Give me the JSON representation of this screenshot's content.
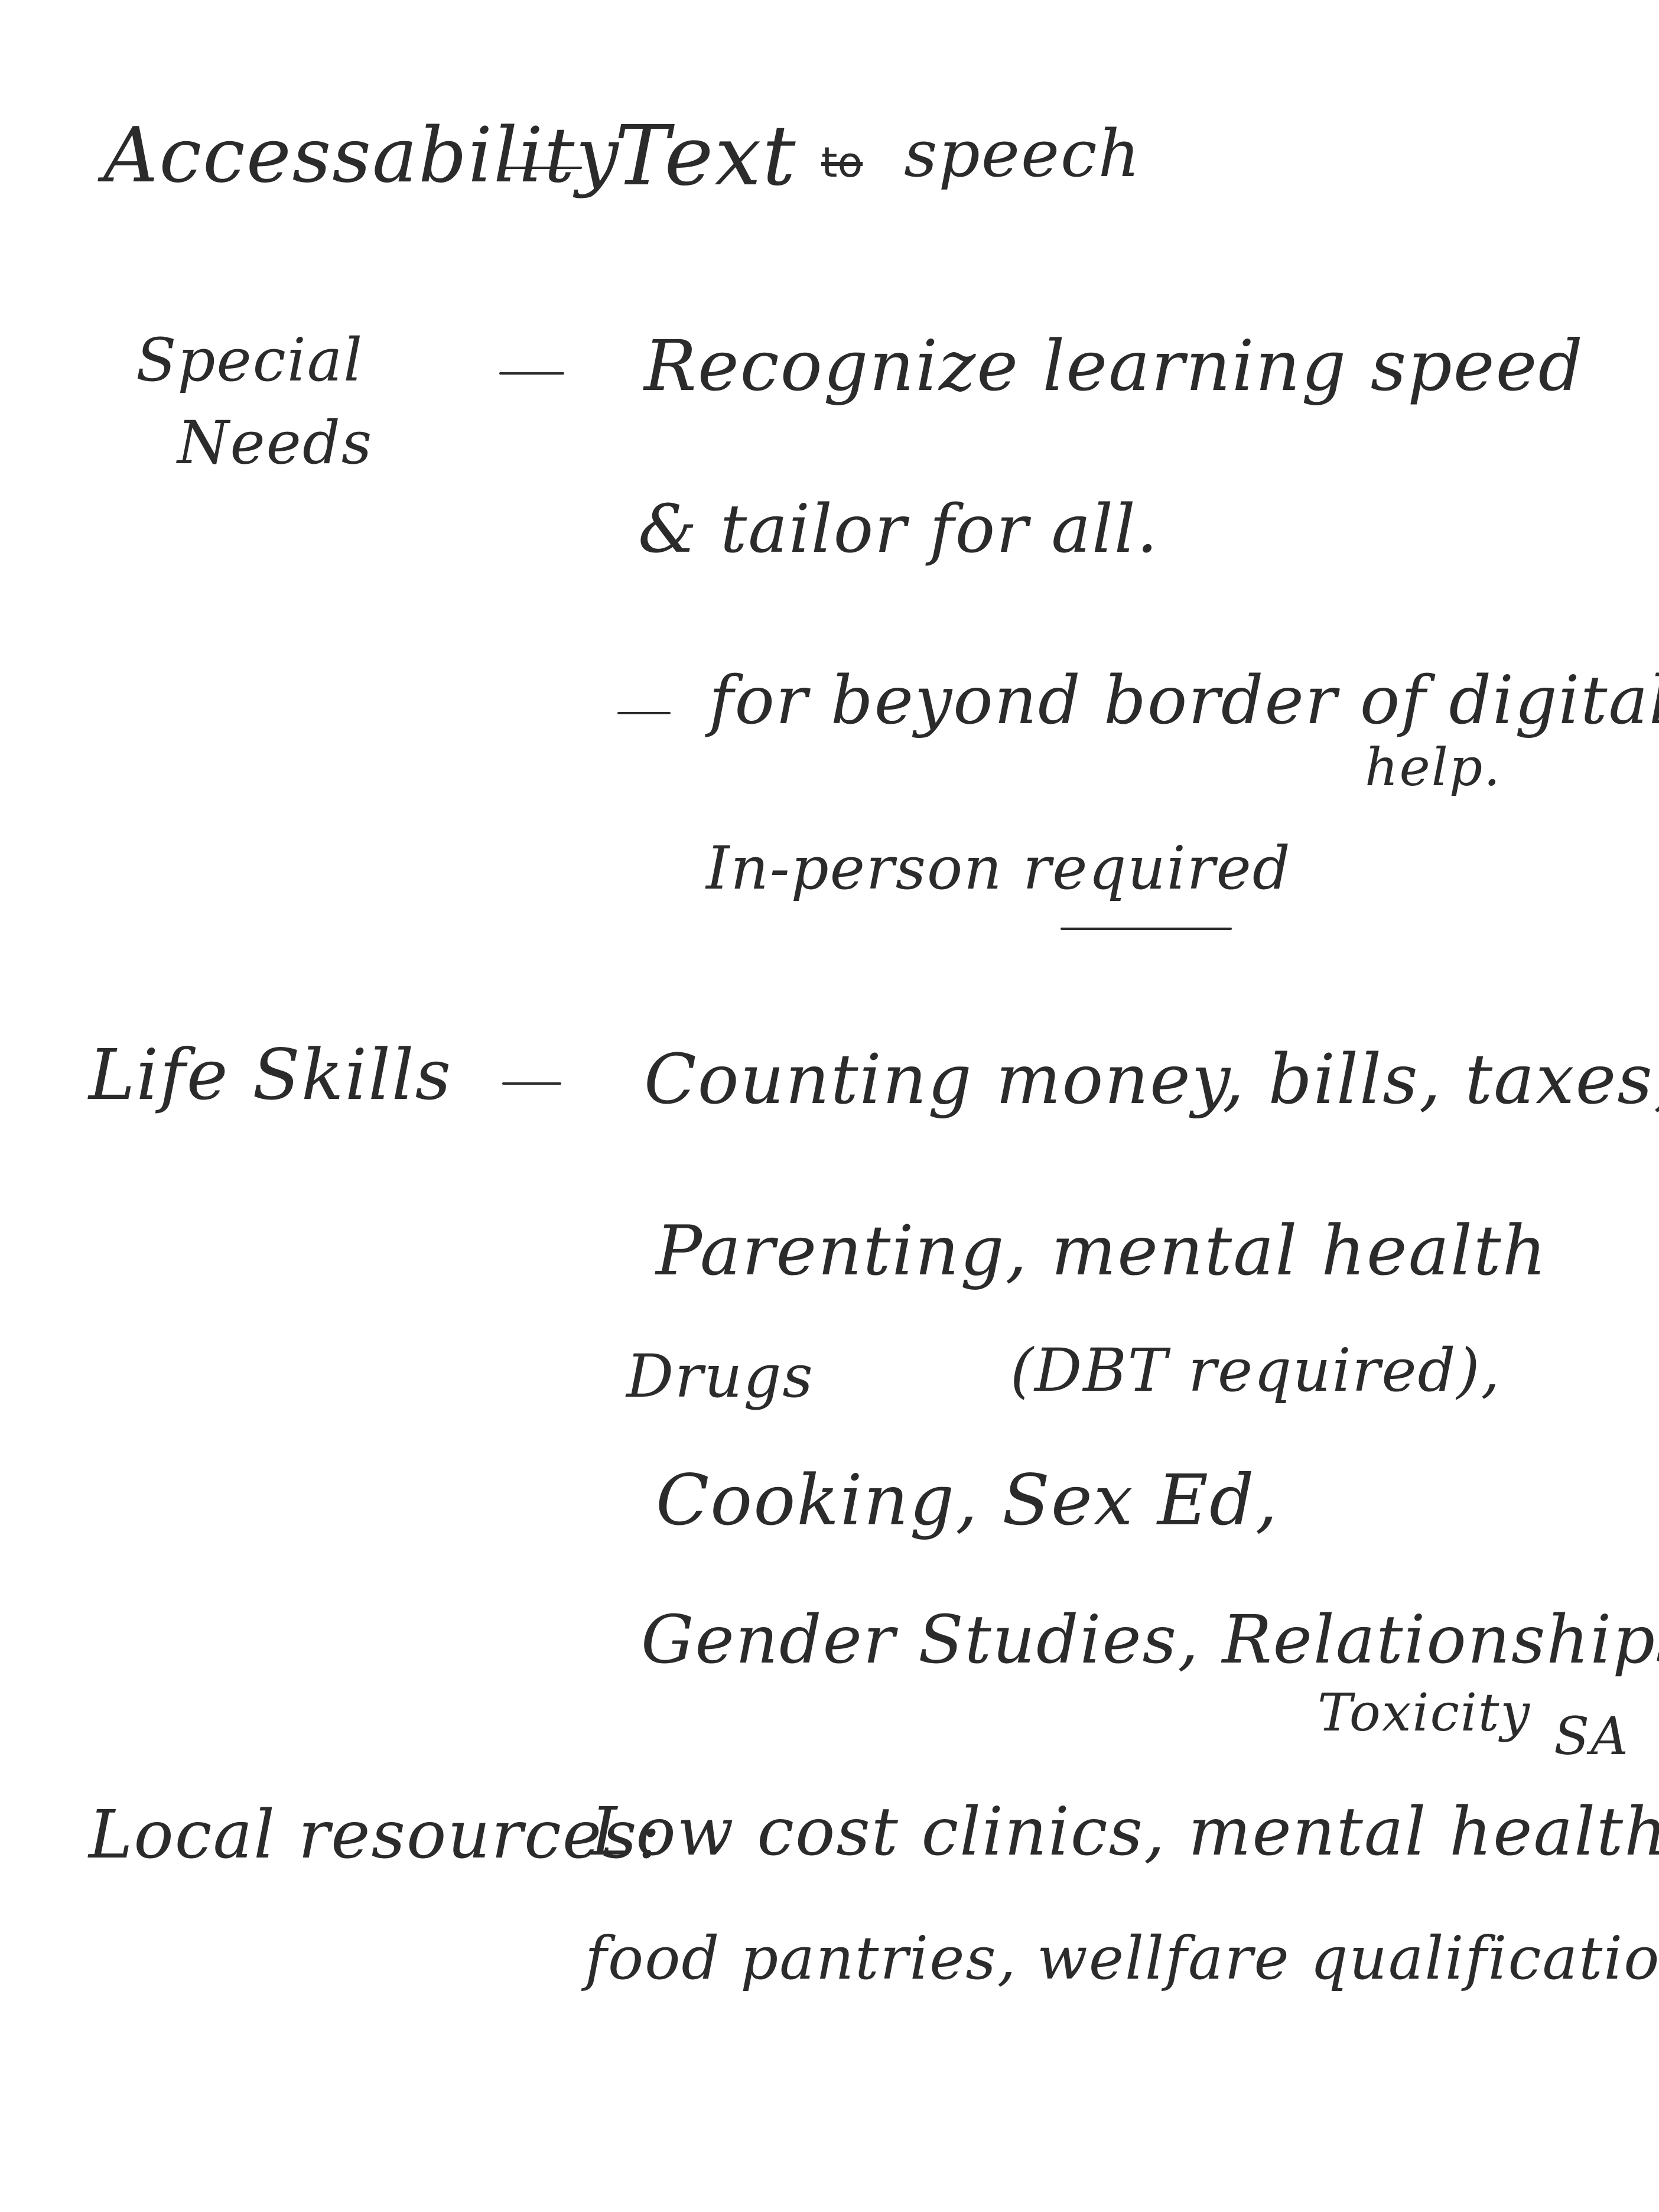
{
  "sections": {
    "accessibility": {
      "heading": "Accessability",
      "item": "Text",
      "item_struck": "to",
      "item_end": "speech"
    },
    "special_needs": {
      "heading_line1": "Special",
      "heading_line2": "Needs",
      "item1_line1": "Recognize learning speed",
      "item1_line2": "& tailor for all.",
      "item2_line1": "for beyond border of digital",
      "item2_line1b": "help.",
      "item2_line2": "In-person required"
    },
    "life_skills": {
      "heading": "Life Skills",
      "line1": "Counting money, bills, taxes,",
      "line2": "Parenting, mental health",
      "line3a": "Drugs",
      "line3b": "(DBT required),",
      "line4": "Cooking, Sex Ed,",
      "line5": "Gender Studies, Relationships",
      "line6a": "Toxicity",
      "line6b": "SA"
    },
    "local_resources": {
      "heading": "Local resources:",
      "line1": "Low cost clinics, mental health,",
      "line2": "food pantries, wellfare qualification"
    }
  },
  "colors": {
    "ink": "#2b2b2b",
    "paper": "#ffffff"
  }
}
